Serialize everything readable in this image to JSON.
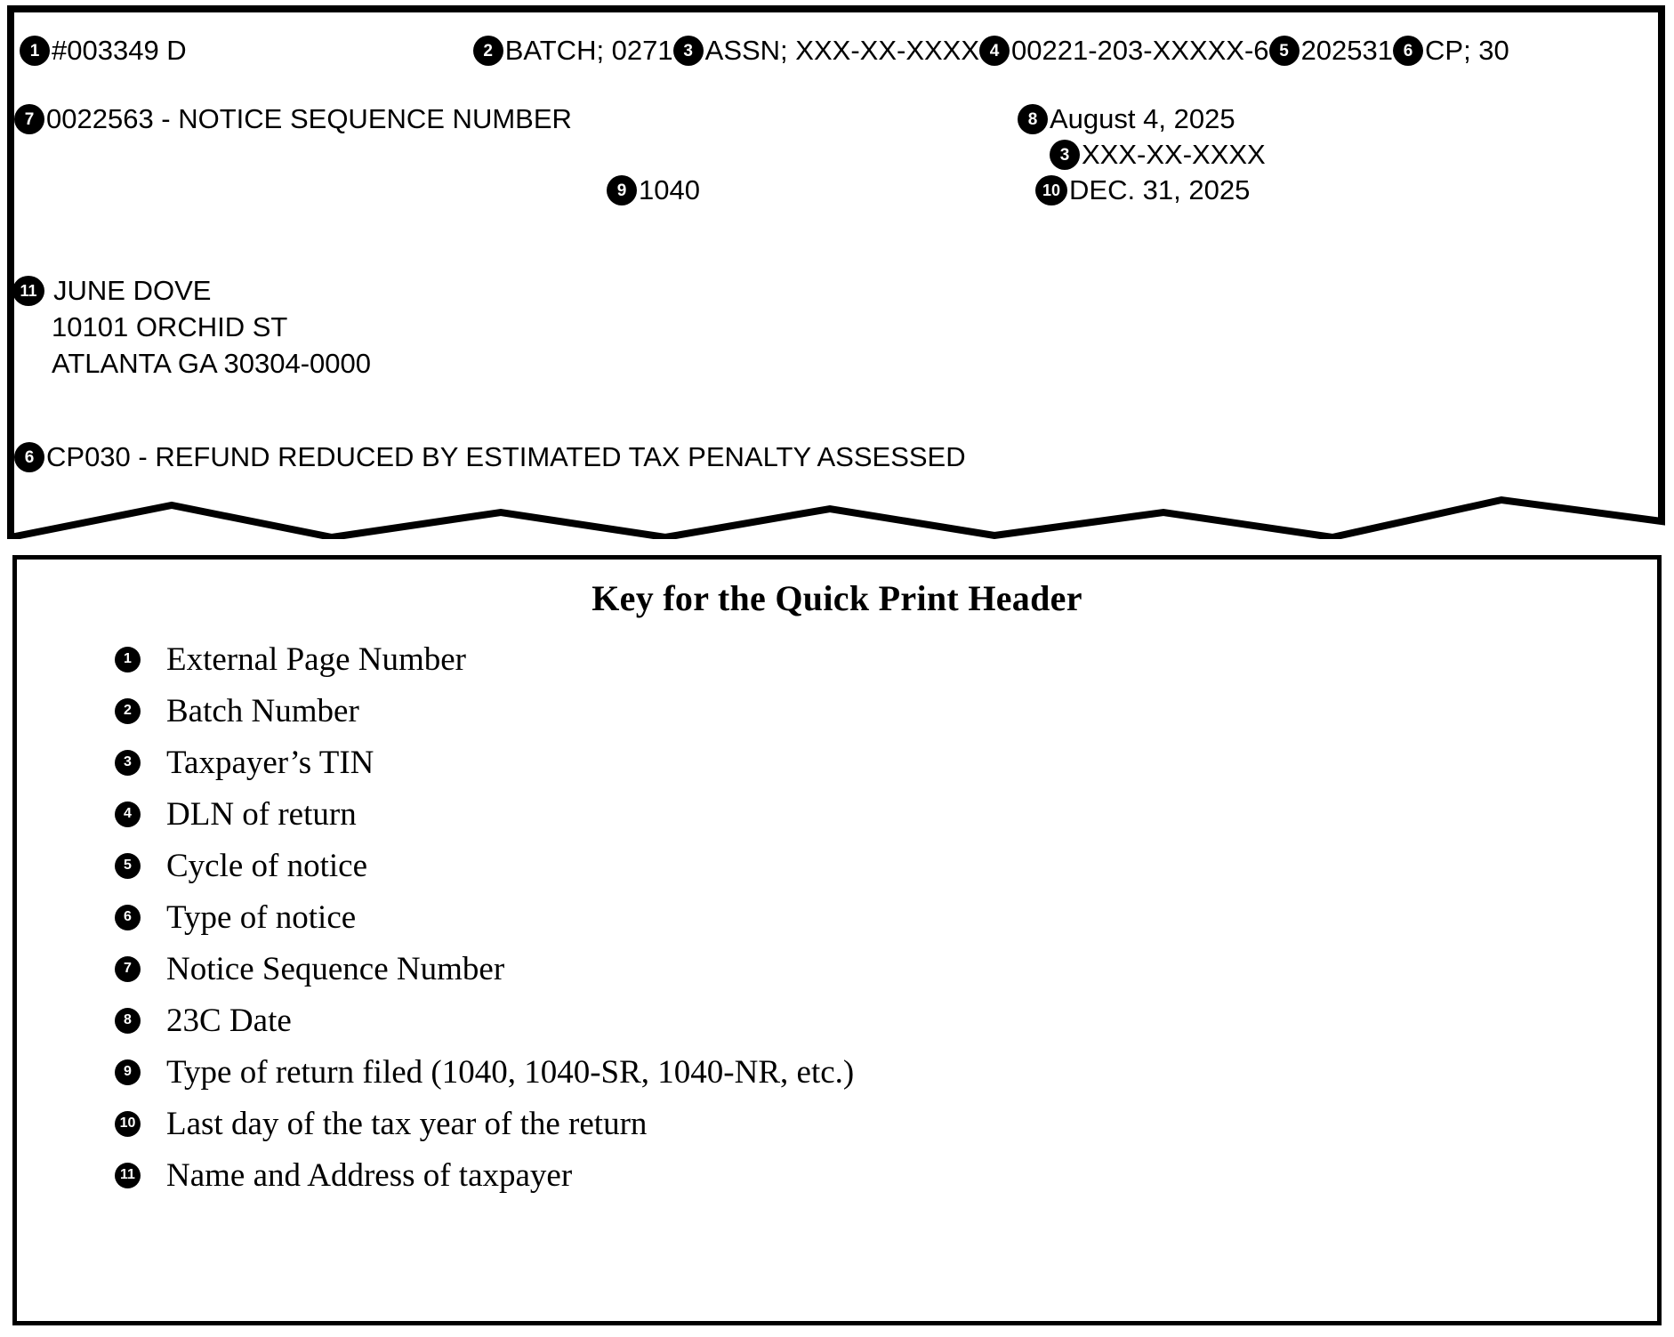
{
  "notice": {
    "header_row": [
      {
        "marker": "1",
        "text": "#003349 D"
      },
      {
        "marker": "2",
        "text": "BATCH; 0271"
      },
      {
        "marker": "3",
        "text": "ASSN; XXX-XX-XXXX"
      },
      {
        "marker": "4",
        "text": "00221-203-XXXXX-6"
      },
      {
        "marker": "5",
        "text": "202531"
      },
      {
        "marker": "6",
        "text": "CP; 30"
      }
    ],
    "sequence": {
      "marker": "7",
      "text": "0022563  -  NOTICE SEQUENCE NUMBER"
    },
    "date_23c": {
      "marker": "8",
      "text": "August  4, 2025"
    },
    "tin": {
      "marker": "3",
      "text": "XXX-XX-XXXX"
    },
    "return_type": {
      "marker": "9",
      "text": "1040"
    },
    "tax_year_end": {
      "marker": "10",
      "text": "DEC. 31, 2025"
    },
    "address": {
      "marker": "11",
      "name": "JUNE  DOVE",
      "street": "10101 ORCHID ST",
      "city_state_zip": "ATLANTA  GA  30304-0000"
    },
    "notice_type": {
      "marker": "6",
      "text": "CP030  - REFUND REDUCED BY ESTIMATED TAX PENALTY ASSESSED"
    }
  },
  "key_box": {
    "title": "Key for the Quick Print Header",
    "items": [
      {
        "marker": "1",
        "label": "External Page Number"
      },
      {
        "marker": "2",
        "label": "Batch Number"
      },
      {
        "marker": "3",
        "label": "Taxpayer’s TIN"
      },
      {
        "marker": "4",
        "label": "DLN of return"
      },
      {
        "marker": "5",
        "label": "Cycle of notice"
      },
      {
        "marker": "6",
        "label": "Type of notice"
      },
      {
        "marker": "7",
        "label": "Notice Sequence Number"
      },
      {
        "marker": "8",
        "label": "23C Date"
      },
      {
        "marker": "9",
        "label": "Type of return filed (1040, 1040-SR, 1040-NR, etc.)"
      },
      {
        "marker": "10",
        "label": "Last day of the tax year of the return"
      },
      {
        "marker": "11",
        "label": "Name and Address of taxpayer"
      }
    ]
  },
  "colors": {
    "ink": "#000000",
    "paper": "#ffffff"
  }
}
